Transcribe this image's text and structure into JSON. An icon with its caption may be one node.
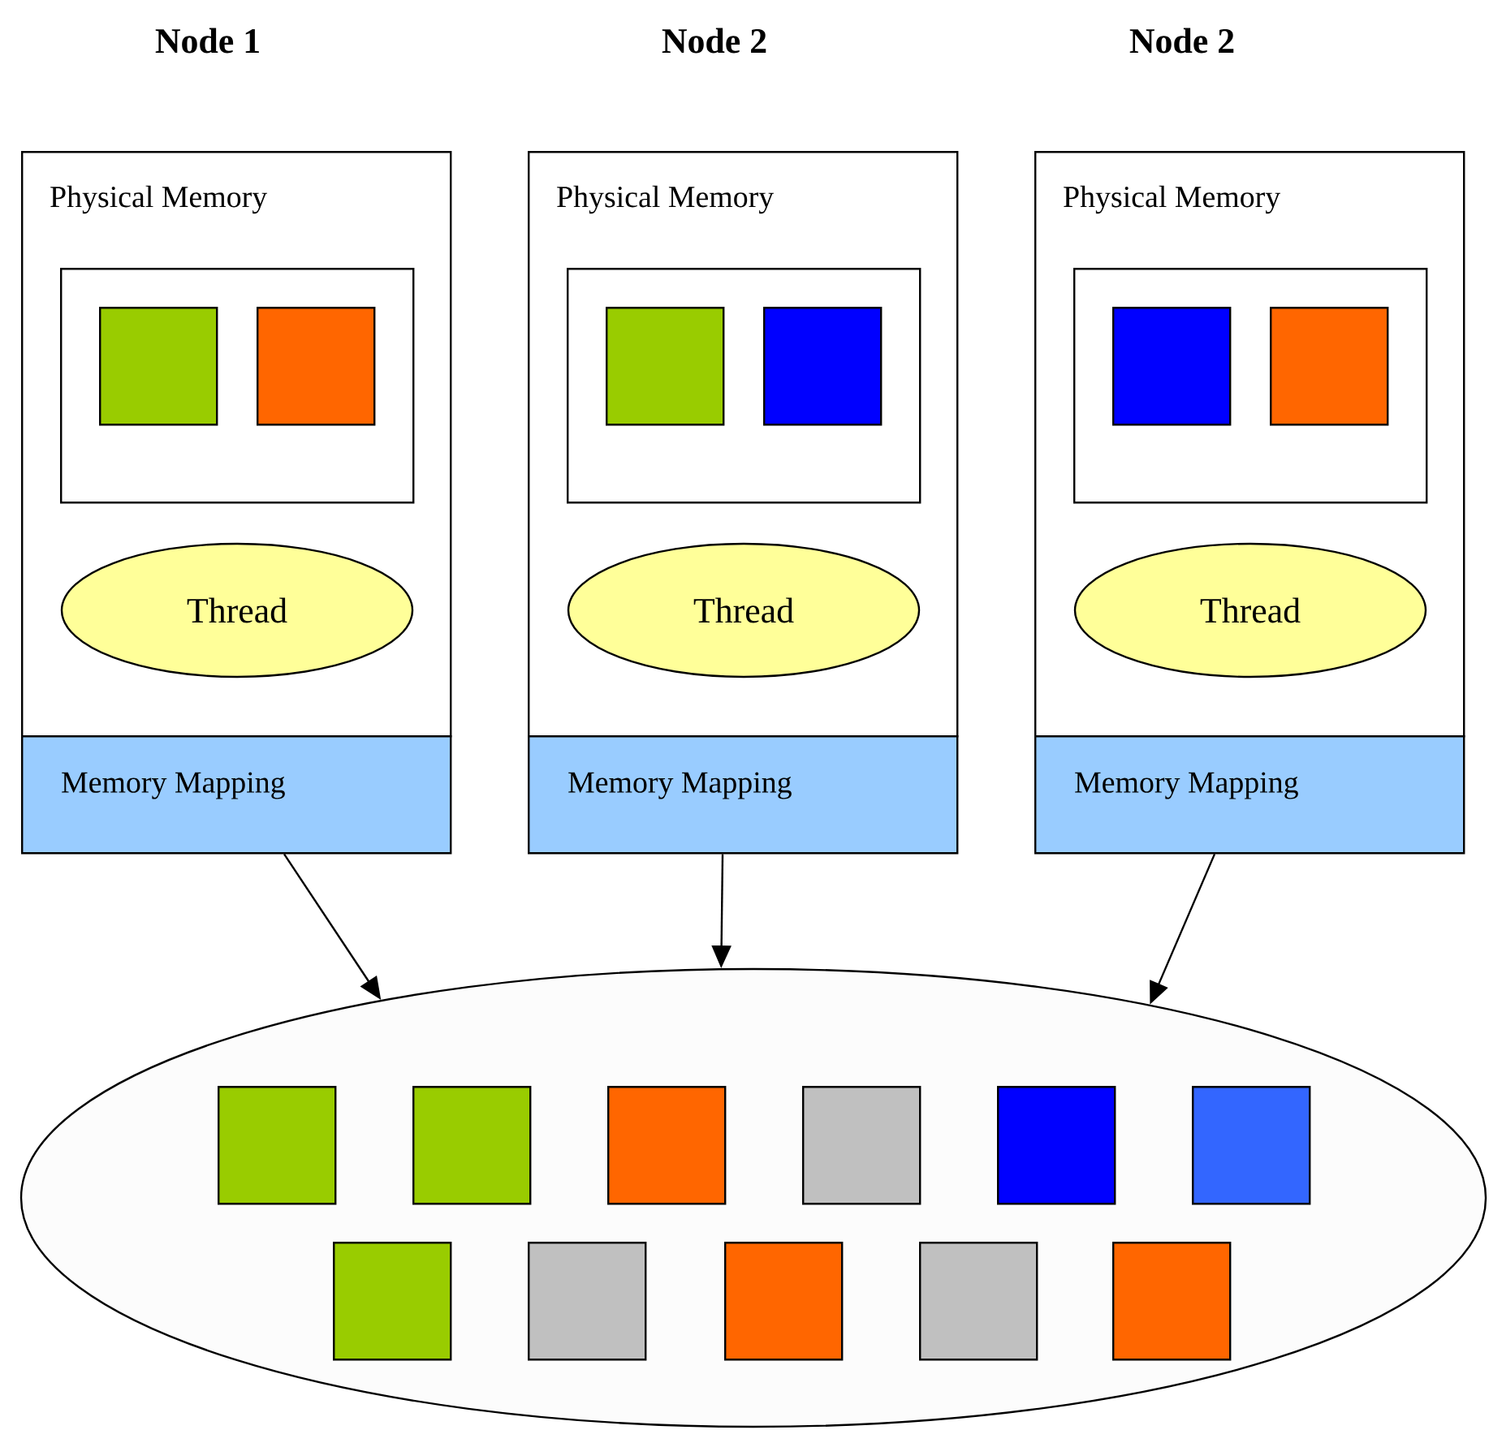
{
  "diagram": {
    "nodes": [
      {
        "text": [
          "Physical Memory"
        ]
      },
      {
        "text": [],
        "shape": "box",
        "in": 0
      },
      {
        "text": [],
        "shape": "box",
        "in": 1
      },
      {
        "text": [],
        "shape": "box",
        "in": 1
      },
      {
        "text": [
          "Thread"
        ],
        "in": 0
      },
      {
        "text": [
          "Memory Mapping"
        ]
      },
      {
        "text": [
          "Physical Memory"
        ]
      },
      {
        "text": [],
        "shape": "box",
        "in": 6
      },
      {
        "text": [],
        "shape": "box",
        "in": 7
      },
      {
        "text": [],
        "shape": "box",
        "in": 7
      },
      {
        "text": [
          "Thread"
        ],
        "in": 6
      },
      {
        "text": [
          "Memory Mapping"
        ]
      },
      {
        "text": [
          "Physical Memory"
        ]
      },
      {
        "text": [],
        "shape": "box",
        "in": 12
      },
      {
        "text": [],
        "shape": "box",
        "in": 13
      },
      {
        "text": [],
        "shape": "box",
        "in": 13
      },
      {
        "text": [
          "Thread"
        ],
        "in": 12
      },
      {
        "text": [
          "Memory Mapping"
        ]
      },
      {
        "text": [],
        "shape": "ellipse"
      },
      {
        "text": [],
        "shape": "box",
        "in": 18
      },
      {
        "text": [],
        "shape": "box",
        "in": 18
      },
      {
        "text": [],
        "shape": "box",
        "in": 18
      },
      {
        "text": [],
        "shape": "box",
        "in": 18
      },
      {
        "text": [],
        "shape": "box",
        "in": 18
      },
      {
        "text": [],
        "shape": "box",
        "in": 18
      },
      {
        "text": [],
        "shape": "box",
        "in": 18
      },
      {
        "text": [],
        "shape": "box",
        "in": 18
      },
      {
        "text": [],
        "shape": "box",
        "in": 18
      },
      {
        "text": [],
        "shape": "box",
        "in": 18
      },
      {
        "text": [],
        "shape": "box",
        "in": 18
      }
    ],
    "edges": [
      {
        "from": 5,
        "to": 18,
        "arrow": "to"
      },
      {
        "from": 11,
        "to": 18,
        "arrow": "to"
      },
      {
        "from": 17,
        "to": 18,
        "arrow": "to"
      }
    ],
    "labels": [
      "Node 1",
      "Node 2",
      "Node 2"
    ]
  }
}
